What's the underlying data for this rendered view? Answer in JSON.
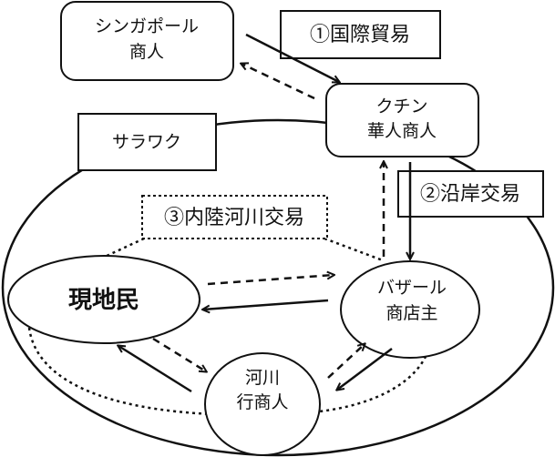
{
  "nodes": {
    "singapore": [
      "シンガポール",
      "商人"
    ],
    "kuching": [
      "クチン",
      "華人商人"
    ],
    "sarawak": "サラワク",
    "natives": "現地民",
    "bazaar": [
      "バザール",
      "商店主"
    ],
    "river": [
      "河川",
      "行商人"
    ]
  },
  "labels": {
    "international": "①国際貿易",
    "coastal": "②沿岸交易",
    "inland": "③内陸河川交易"
  },
  "legend_styles": {
    "solid_arrow": "solid",
    "dashed_arrow": "dashed",
    "dotted_region": "dotted"
  }
}
